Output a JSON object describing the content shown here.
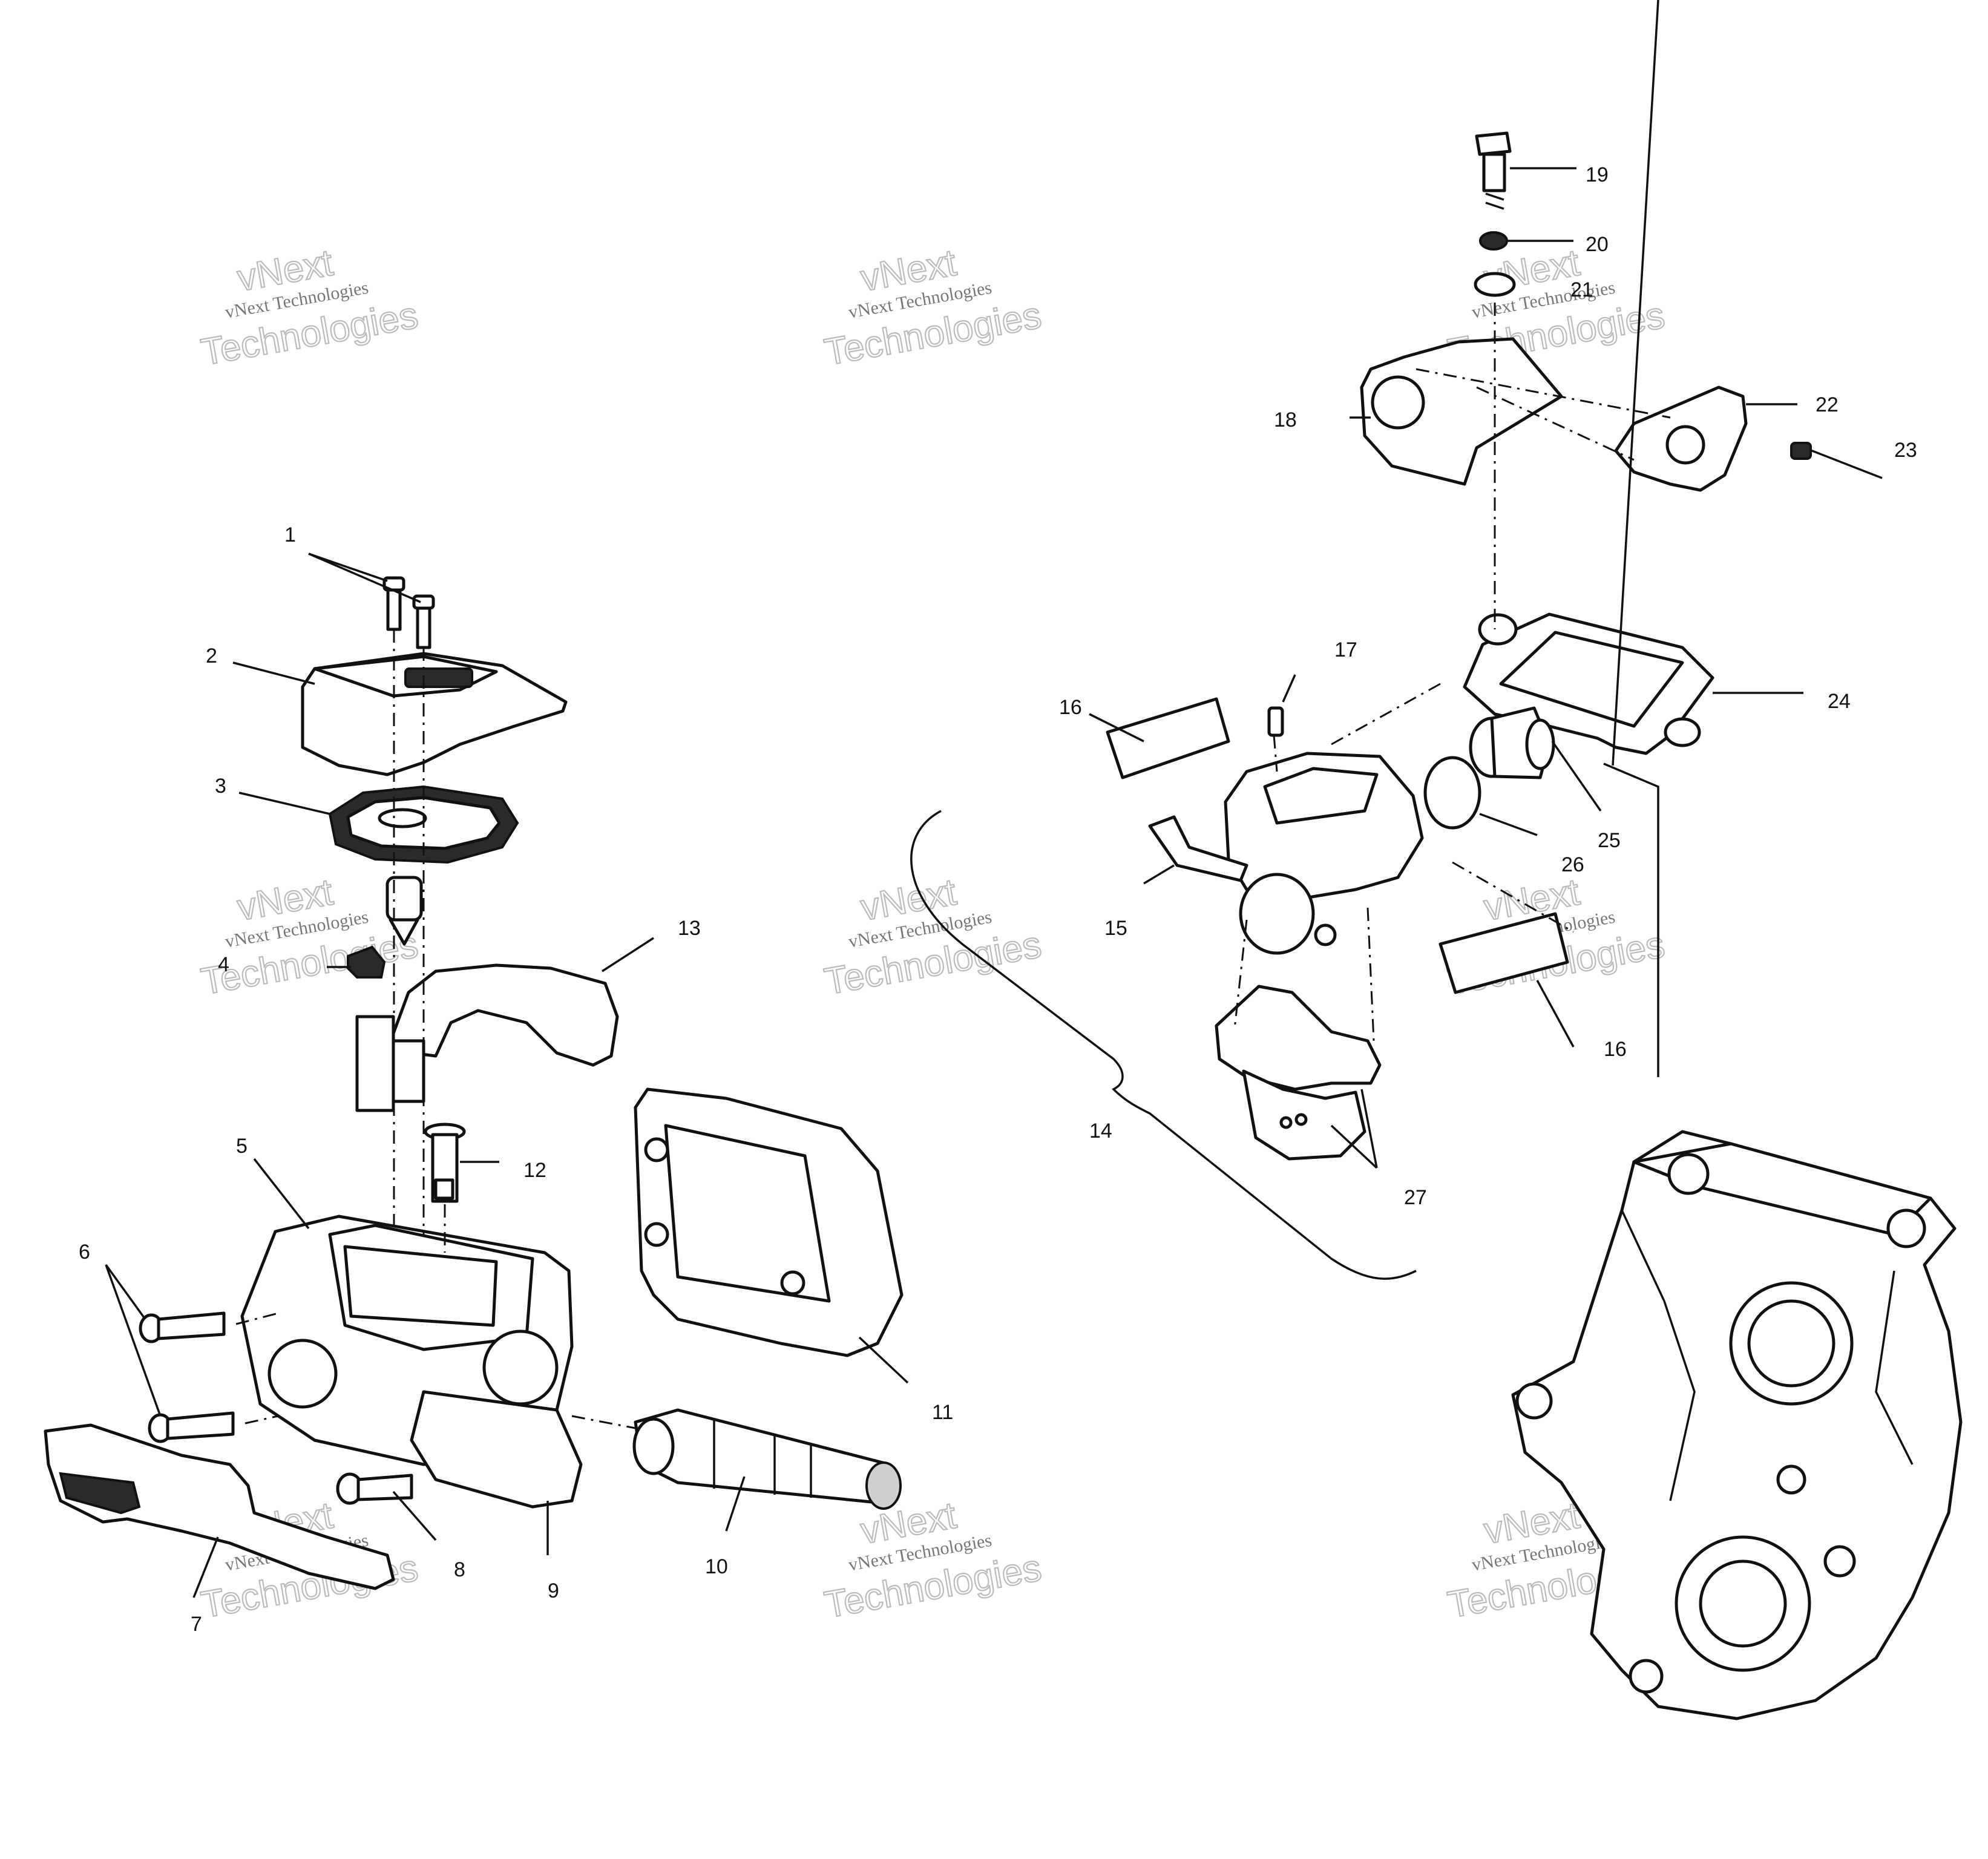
{
  "callouts": {
    "c1": "1",
    "c2": "2",
    "c3": "3",
    "c4": "4",
    "c5": "5",
    "c6": "6",
    "c7": "7",
    "c8": "8",
    "c9": "9",
    "c10": "10",
    "c11": "11",
    "c12": "12",
    "c13": "13",
    "c14": "14",
    "c15": "15",
    "c16a": "16",
    "c16b": "16",
    "c17": "17",
    "c18": "18",
    "c19": "19",
    "c20": "20",
    "c21": "21",
    "c22": "22",
    "c23": "23",
    "c24": "24",
    "c25": "25",
    "c26": "26",
    "c27": "27"
  },
  "watermark": {
    "line1": "vNext Technologies",
    "line2": "vNext",
    "line3": "Technologies"
  }
}
